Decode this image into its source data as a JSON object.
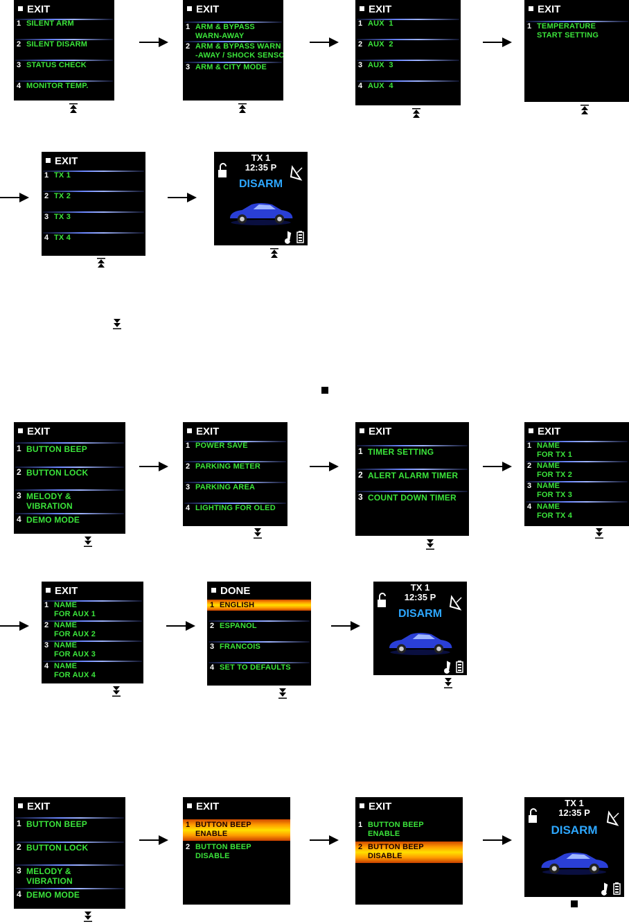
{
  "screens": {
    "r1_1": {
      "header": "EXIT",
      "items": [
        [
          "1",
          "SILENT ARM"
        ],
        [
          "2",
          "SILENT DISARM"
        ],
        [
          "3",
          "STATUS CHECK"
        ],
        [
          "4",
          "MONITOR TEMP."
        ]
      ]
    },
    "r1_2": {
      "header": "EXIT",
      "items": [
        [
          "1",
          "ARM & BYPASS\nWARN-AWAY"
        ],
        [
          "2",
          "ARM & BYPASS WARN\n-AWAY / SHOCK SENSOR"
        ],
        [
          "3",
          "ARM & CITY MODE"
        ]
      ]
    },
    "r1_3": {
      "header": "EXIT",
      "items": [
        [
          "1",
          "AUX  1"
        ],
        [
          "2",
          "AUX  2"
        ],
        [
          "3",
          "AUX  3"
        ],
        [
          "4",
          "AUX  4"
        ]
      ]
    },
    "r1_4": {
      "header": "EXIT",
      "items": [
        [
          "1",
          "TEMPERATURE\nSTART SETTING"
        ]
      ]
    },
    "r2_1": {
      "header": "EXIT",
      "items": [
        [
          "1",
          "TX 1"
        ],
        [
          "2",
          "TX 2"
        ],
        [
          "3",
          "TX 3"
        ],
        [
          "4",
          "TX 4"
        ]
      ]
    },
    "r4_1": {
      "header": "EXIT",
      "items": [
        [
          "1",
          "BUTTON BEEP"
        ],
        [
          "2",
          "BUTTON LOCK"
        ],
        [
          "3",
          "MELODY &\nVIBRATION"
        ],
        [
          "4",
          "DEMO MODE"
        ]
      ]
    },
    "r4_2": {
      "header": "EXIT",
      "items": [
        [
          "1",
          "POWER SAVE"
        ],
        [
          "2",
          "PARKING METER"
        ],
        [
          "3",
          "PARKING AREA"
        ],
        [
          "4",
          "LIGHTING FOR OLED"
        ]
      ]
    },
    "r4_3": {
      "header": "EXIT",
      "items": [
        [
          "1",
          "TIMER SETTING"
        ],
        [
          "2",
          "ALERT ALARM TIMER"
        ],
        [
          "3",
          "COUNT DOWN TIMER"
        ]
      ]
    },
    "r4_4": {
      "header": "EXIT",
      "items": [
        [
          "1",
          "NAME\nFOR TX 1"
        ],
        [
          "2",
          "NAME\nFOR TX 2"
        ],
        [
          "3",
          "NAME\nFOR TX 3"
        ],
        [
          "4",
          "NAME\nFOR TX 4"
        ]
      ]
    },
    "r5_1": {
      "header": "EXIT",
      "items": [
        [
          "1",
          "NAME\nFOR AUX 1"
        ],
        [
          "2",
          "NAME\nFOR AUX 2"
        ],
        [
          "3",
          "NAME\nFOR AUX 3"
        ],
        [
          "4",
          "NAME\nFOR AUX 4"
        ]
      ]
    },
    "r5_2": {
      "header": "DONE",
      "items": [
        [
          "1",
          "ENGLISH"
        ],
        [
          "2",
          "ESPANOL"
        ],
        [
          "3",
          "FRANCOIS"
        ],
        [
          "4",
          "SET TO DEFAULTS"
        ]
      ],
      "selected_item": 1
    },
    "r6_1": {
      "header": "EXIT",
      "items": [
        [
          "1",
          "BUTTON BEEP"
        ],
        [
          "2",
          "BUTTON LOCK"
        ],
        [
          "3",
          "MELODY &\nVIBRATION"
        ],
        [
          "4",
          "DEMO MODE"
        ]
      ]
    },
    "r6_2": {
      "header": "EXIT",
      "items": [
        [
          "1",
          "BUTTON BEEP\nENABLE"
        ],
        [
          "2",
          "BUTTON BEEP\nDISABLE"
        ]
      ],
      "selected_item": 1
    },
    "r6_3": {
      "header": "EXIT",
      "items": [
        [
          "1",
          "BUTTON BEEP\nENABLE"
        ],
        [
          "2",
          "BUTTON BEEP\nDISABLE"
        ]
      ],
      "selected_item": 2
    }
  },
  "home": {
    "tx": "TX 1",
    "time": "12:35 P",
    "status": "DISARM"
  },
  "colors": {
    "menu_text": "#3be43b",
    "status_text": "#2da7ff",
    "car": "#2a3fd6",
    "highlight": "#ffb000"
  },
  "icons": [
    "lock-icon",
    "satellite-dish-icon",
    "music-note-icon",
    "battery-icon",
    "car-icon",
    "arrow-right-icon",
    "double-up-triangle-icon",
    "double-down-triangle-icon",
    "stop-square-icon"
  ]
}
